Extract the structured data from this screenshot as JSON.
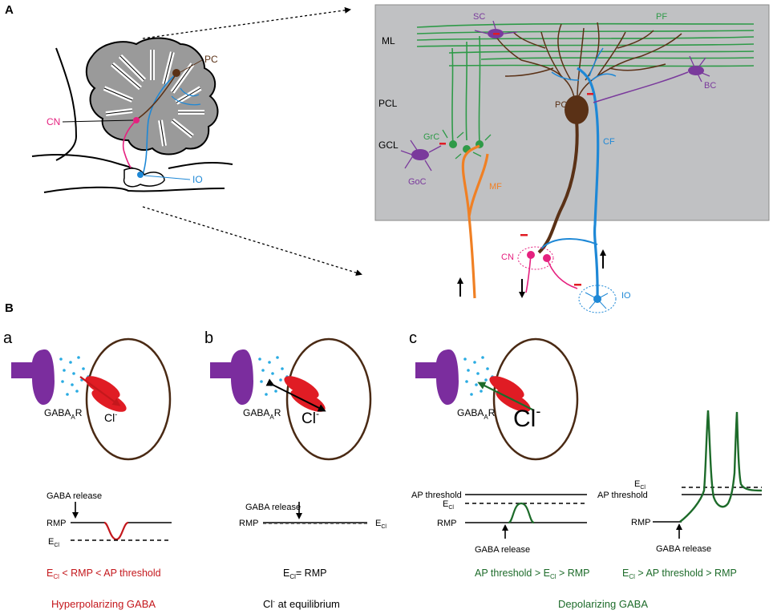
{
  "panel_a": {
    "label": "A",
    "brain": {
      "pc": "PC",
      "cn": "CN",
      "io": "IO"
    },
    "layers": {
      "ml": "ML",
      "pcl": "PCL",
      "gcl": "GCL"
    },
    "cells": {
      "sc": "SC",
      "pf": "PF",
      "bc": "BC",
      "pc": "PC",
      "cf": "CF",
      "grc": "GrC",
      "goc": "GoC",
      "mf": "MF",
      "cn": "CN",
      "io": "IO"
    }
  },
  "panel_b": {
    "label": "B",
    "a": {
      "letter": "a",
      "receptor": {
        "main": "GABA",
        "sub": "A",
        "tail": "R"
      },
      "ion": {
        "main": "Cl",
        "sup": "-"
      },
      "trace": {
        "release": "GABA release",
        "rmp": "RMP",
        "ecl": {
          "main": "E",
          "sub": "Cl"
        }
      },
      "relation": {
        "e": "E",
        "sub": "Cl",
        "rest": " < RMP < AP threshold"
      },
      "title": "Hyperpolarizing GABA"
    },
    "b": {
      "letter": "b",
      "receptor": {
        "main": "GABA",
        "sub": "A",
        "tail": "R"
      },
      "ion": {
        "main": "Cl",
        "sup": "-"
      },
      "trace": {
        "release": "GABA release",
        "rmp": "RMP",
        "ecl": {
          "main": "E",
          "sub": "Cl"
        }
      },
      "relation": {
        "e": "E",
        "sub": "Cl",
        "rest": "= RMP"
      },
      "title": {
        "main": "Cl",
        "sup": "-",
        "rest": " at equilibrium"
      }
    },
    "c": {
      "letter": "c",
      "receptor": {
        "main": "GABA",
        "sub": "A",
        "tail": "R"
      },
      "ion": {
        "main": "Cl",
        "sup": "-"
      },
      "trace1": {
        "threshold": "AP threshold",
        "ecl": {
          "main": "E",
          "sub": "Cl"
        },
        "rmp": "RMP",
        "release": "GABA release"
      },
      "trace2": {
        "ecl": {
          "main": "E",
          "sub": "Cl"
        },
        "threshold": "AP threshold",
        "rmp": "RMP",
        "release": "GABA release"
      },
      "relation1": {
        "pre": "AP threshold > E",
        "sub": "Cl",
        "post": " > RMP"
      },
      "relation2": {
        "e": "E",
        "sub": "Cl",
        "rest": " > AP threshold > RMP"
      },
      "title": "Depolarizing GABA"
    }
  },
  "colors": {
    "background": "#ffffff",
    "panel_gray": "#c0c1c3",
    "purkinje": "#5a3116",
    "climbing_fiber": "#1e88d6",
    "parallel_fiber": "#2e9a48",
    "granule": "#2e9a48",
    "mossy_fiber": "#f08024",
    "nucleus": "#e5217f",
    "interneuron": "#7a3a9c",
    "inhibition": "#e01c24",
    "hyperpolarizing": "#c4171c",
    "depolarizing": "#1d6b2a",
    "synapse_dots": "#29abe2",
    "presynaptic": "#7b2d9e",
    "receptor": "#e01c24",
    "cell_outline": "#4a2a14",
    "cerebellum_gray": "#9a9a9a"
  }
}
